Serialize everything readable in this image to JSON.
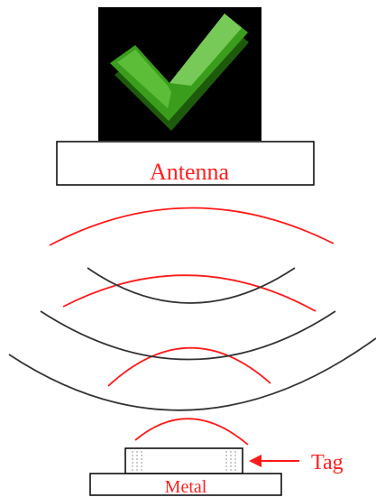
{
  "diagram": {
    "antenna_label": "Antenna",
    "tag_label": "Tag",
    "metal_label": "Metal",
    "icon": "checkmark-icon",
    "colors": {
      "label_red": "#ff2020",
      "wave_red": "#ff1a1a",
      "wave_dark": "#333333",
      "icon_bg": "#000000",
      "check_green": "#3a9e1c",
      "check_light": "#7fd35a",
      "check_shadow": "#1e5a0c",
      "box_stroke": "#000000"
    }
  }
}
